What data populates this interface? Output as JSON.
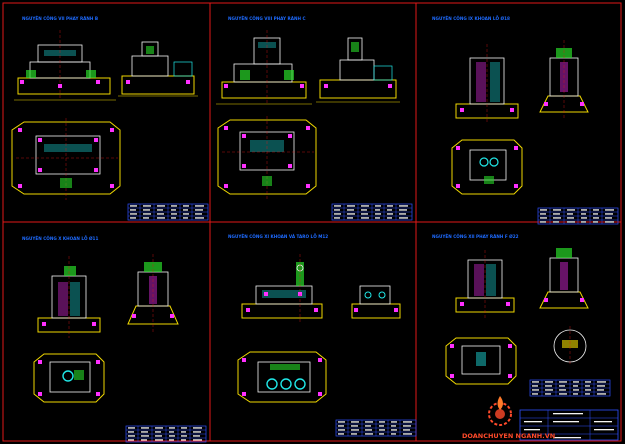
{
  "sheet": {
    "background": "#000000",
    "border_color": "#e01818",
    "accent_colors": {
      "yellow": "#f0d800",
      "magenta": "#ff30ff",
      "cyan": "#20e8e8",
      "green": "#28d828",
      "white": "#f4f4f4",
      "blue": "#2f4fff",
      "red": "#e01818"
    }
  },
  "panels": [
    {
      "id": "p1",
      "title": "NGUYÊN CÔNG VII     PHAY RÃNH B"
    },
    {
      "id": "p2",
      "title": "NGUYÊN CÔNG VIII     PHAY RÃNH C"
    },
    {
      "id": "p3",
      "title": "NGUYÊN CÔNG IX     KHOAN LỖ Ø18"
    },
    {
      "id": "p4",
      "title": "NGUYÊN CÔNG X     KHOAN LỖ Ø11"
    },
    {
      "id": "p5",
      "title": "NGUYÊN CÔNG XI     KHOAN VÀ TARO LỖ M12"
    },
    {
      "id": "p6",
      "title": "NGUYÊN CÔNG XII     PHAY RÃNH F Ø22"
    }
  ],
  "watermark": {
    "text": "DOANCHUYEN NGANH.VN",
    "logo_icon": "gear-flame-logo-icon"
  }
}
